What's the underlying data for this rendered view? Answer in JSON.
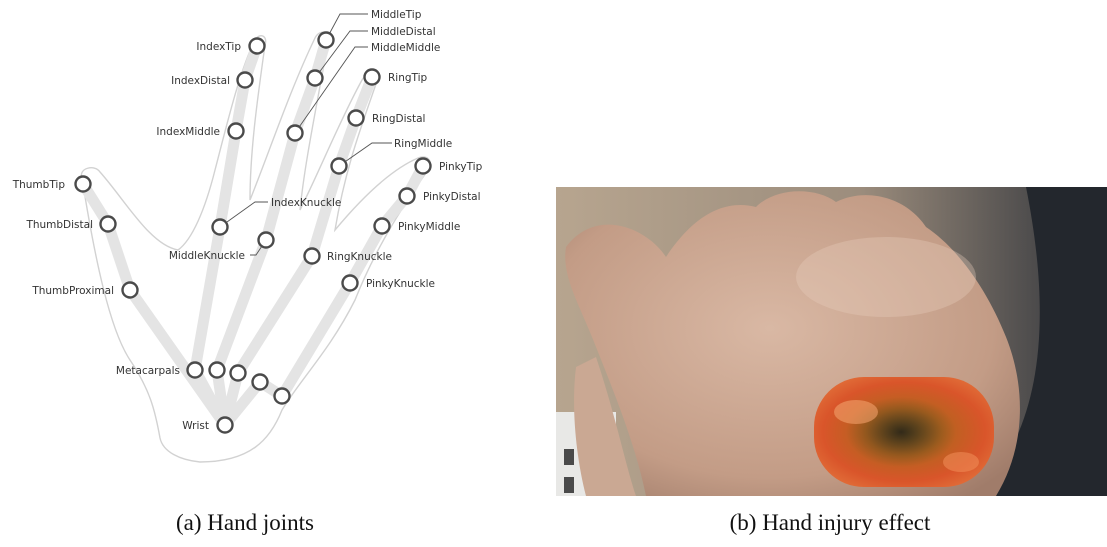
{
  "figure": {
    "caption_a": "(a) Hand joints",
    "caption_b": "(b) Hand injury effect"
  },
  "joints": {
    "thumb_tip": "ThumbTip",
    "thumb_distal": "ThumbDistal",
    "thumb_proximal": "ThumbProximal",
    "index_tip": "IndexTip",
    "index_distal": "IndexDistal",
    "index_middle": "IndexMiddle",
    "index_knuckle": "IndexKnuckle",
    "middle_tip": "MiddleTip",
    "middle_distal": "MiddleDistal",
    "middle_middle": "MiddleMiddle",
    "middle_knuckle": "MiddleKnuckle",
    "ring_tip": "RingTip",
    "ring_distal": "RingDistal",
    "ring_middle": "RingMiddle",
    "ring_knuckle": "RingKnuckle",
    "pinky_tip": "PinkyTip",
    "pinky_distal": "PinkyDistal",
    "pinky_middle": "PinkyMiddle",
    "pinky_knuckle": "PinkyKnuckle",
    "metacarpals": "Metacarpals",
    "wrist": "Wrist"
  },
  "colors": {
    "bone": "#e4e4e4",
    "outline": "#cfcfcf",
    "joint_stroke": "#4a4a4a",
    "label": "#333333",
    "skin": "#c9a48e",
    "wound": "#d9552a"
  }
}
